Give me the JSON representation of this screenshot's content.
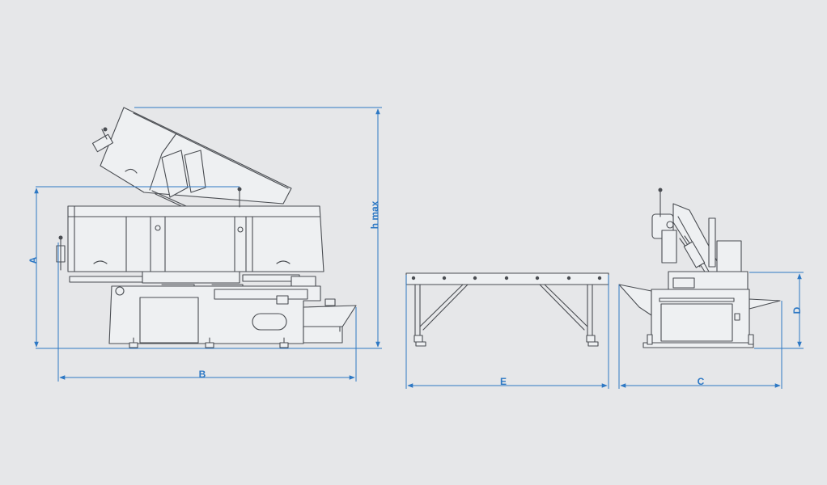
{
  "dimensions": {
    "A": "A",
    "B": "B",
    "h_max": "h max",
    "E": "E",
    "C": "C",
    "D": "D"
  },
  "colors": {
    "background": "#e6e7e9",
    "line": "#4a4d52",
    "dimension": "#2d78c4"
  }
}
